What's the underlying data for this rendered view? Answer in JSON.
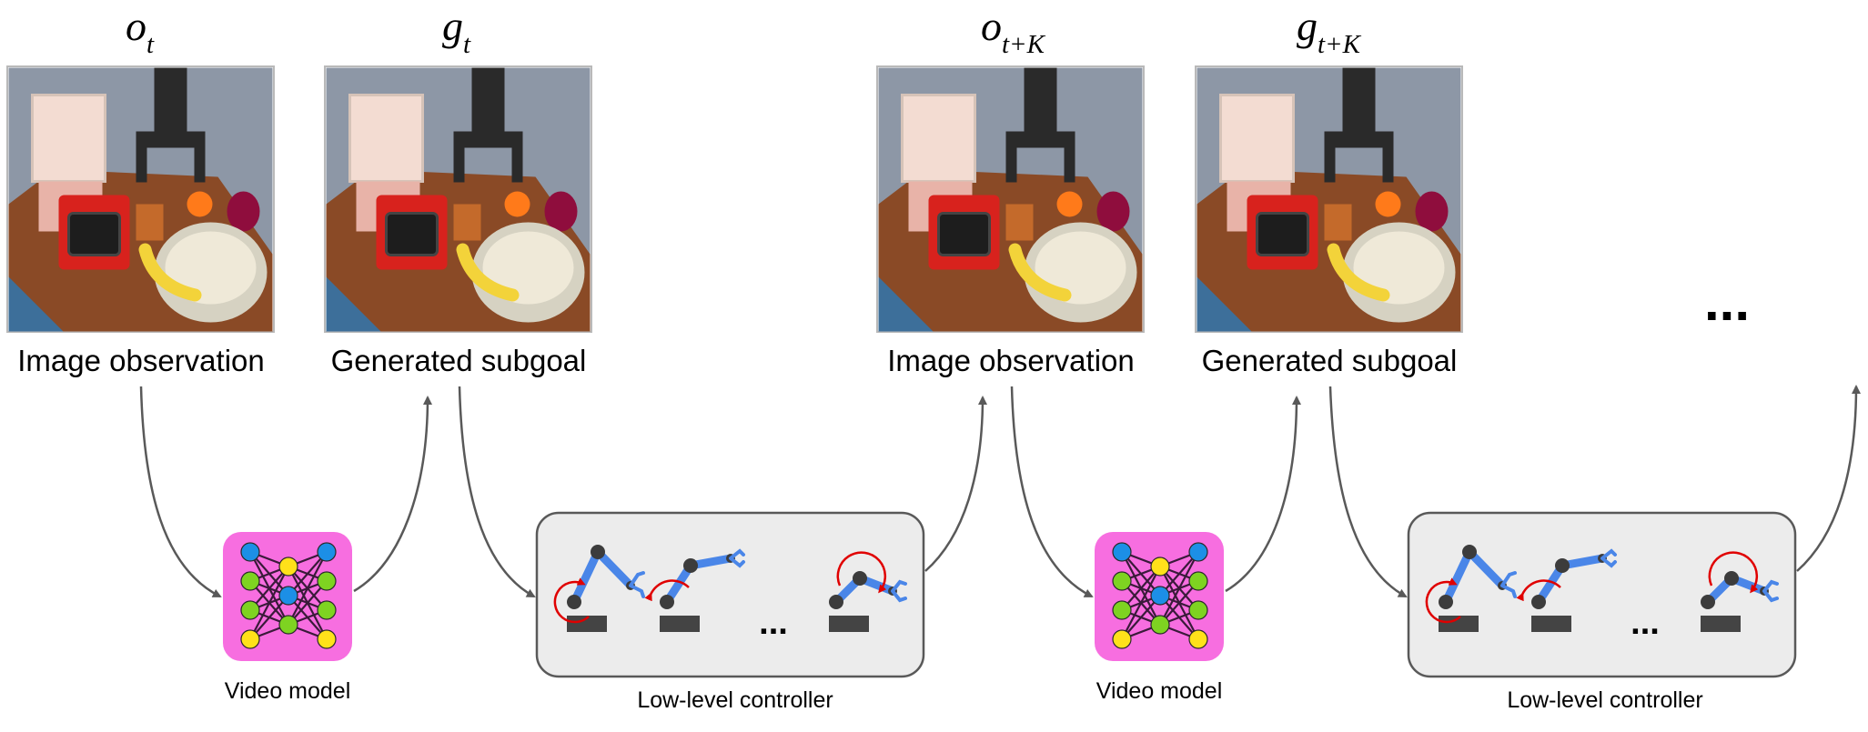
{
  "frames": [
    {
      "var": "o",
      "sub": "t",
      "caption": "Image observation"
    },
    {
      "var": "g",
      "sub": "t",
      "caption": "Generated subgoal"
    },
    {
      "var": "o",
      "sub": "t+K",
      "caption": "Image observation"
    },
    {
      "var": "g",
      "sub": "t+K",
      "caption": "Generated subgoal"
    }
  ],
  "continuation": "...",
  "video_models": [
    {
      "label": "Video model"
    },
    {
      "label": "Video model"
    }
  ],
  "controllers": [
    {
      "label": "Low-level controller",
      "ellipsis": "..."
    },
    {
      "label": "Low-level controller",
      "ellipsis": "..."
    }
  ],
  "colors": {
    "arrow": "#595959",
    "video_model_bg": "#f76ee0",
    "controller_bg": "#ececec",
    "robot_link": "#4a86e8",
    "robot_joint": "#3c3c3c",
    "rotation_arrow": "#e00000",
    "neuron_blue": "#1c8fe6",
    "neuron_green": "#7ed321",
    "neuron_yellow": "#ffe11a"
  }
}
